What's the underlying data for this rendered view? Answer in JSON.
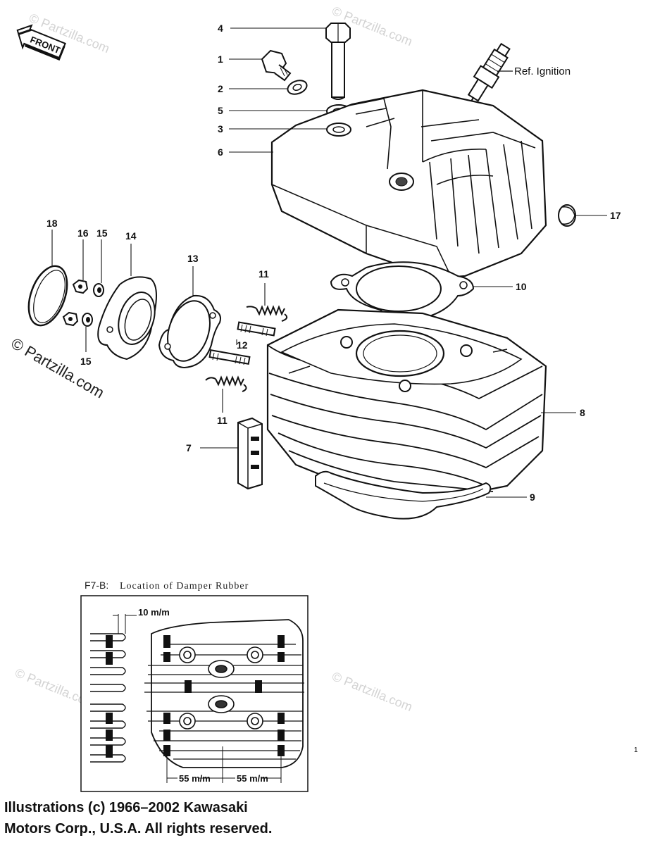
{
  "front_tag": "FRONT",
  "ref_label": "Ref. Ignition",
  "callouts": [
    "1",
    "2",
    "3",
    "4",
    "5",
    "6",
    "7",
    "8",
    "9",
    "10",
    "11",
    "11",
    "12",
    "13",
    "14",
    "15",
    "15",
    "16",
    "17",
    "18"
  ],
  "watermarks": {
    "big": "© Partzilla.com",
    "light": "© Partzilla.com"
  },
  "inset": {
    "caption_prefix": "F7-B:",
    "caption_text": "Location of Damper Rubber",
    "dim_top": "10 m/m",
    "dim_left": "55 m/m",
    "dim_right": "55 m/m"
  },
  "page_marker": "1",
  "copyright": {
    "line1": "Illustrations (c) 1966–2002 Kawasaki",
    "line2": "Motors Corp., U.S.A.  All rights reserved."
  }
}
